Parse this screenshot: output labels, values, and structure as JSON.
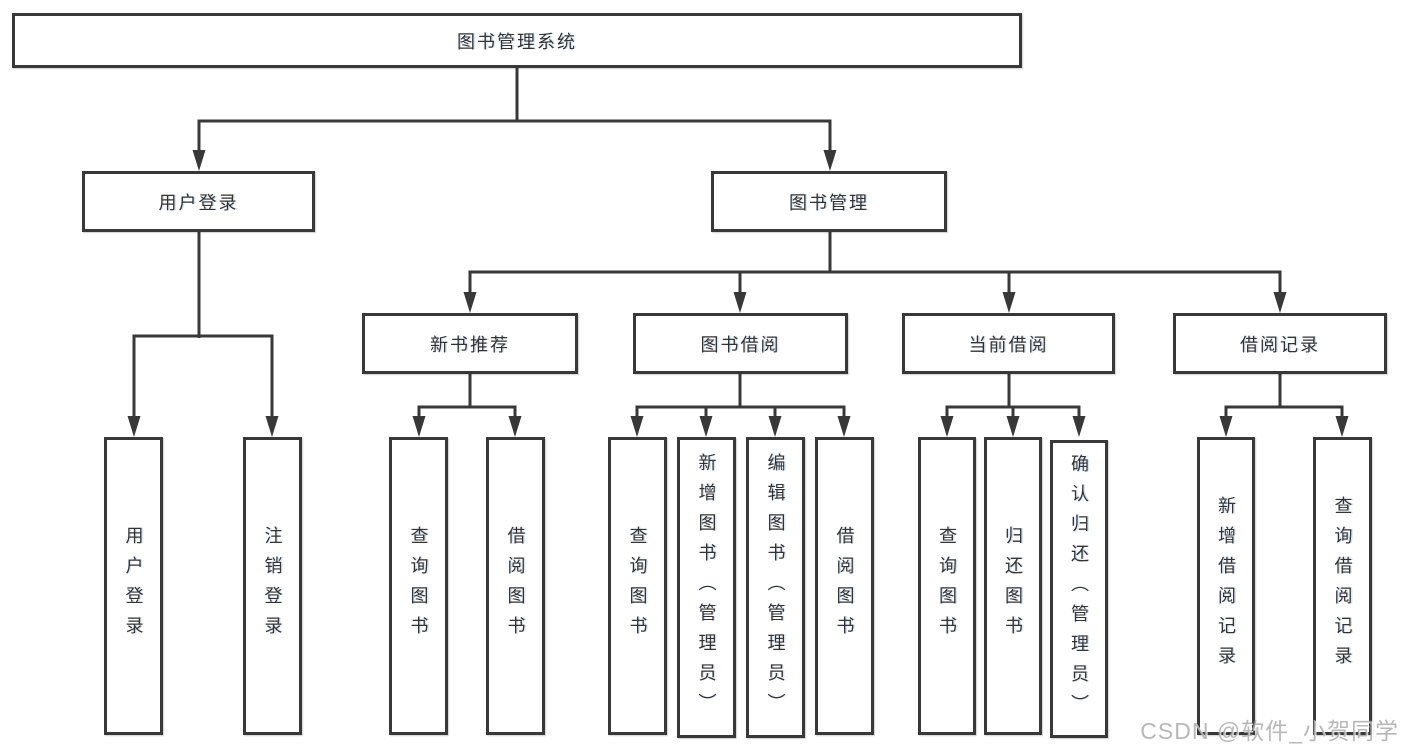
{
  "diagram": {
    "root": {
      "label": "图书管理系统"
    },
    "level2": [
      {
        "label": "用户登录",
        "children": [
          {
            "label": "用户登录"
          },
          {
            "label": "注销登录"
          }
        ]
      },
      {
        "label": "图书管理",
        "children": [
          {
            "label": "新书推荐",
            "children": [
              {
                "label": "查询图书"
              },
              {
                "label": "借阅图书"
              }
            ]
          },
          {
            "label": "图书借阅",
            "children": [
              {
                "label": "查询图书"
              },
              {
                "label": "新增图书（管理员）"
              },
              {
                "label": "编辑图书（管理员）"
              },
              {
                "label": "借阅图书"
              }
            ]
          },
          {
            "label": "当前借阅",
            "children": [
              {
                "label": "查询图书"
              },
              {
                "label": "归还图书"
              },
              {
                "label": "确认归还（管理员）"
              }
            ]
          },
          {
            "label": "借阅记录",
            "children": [
              {
                "label": "新增借阅记录"
              },
              {
                "label": "查询借阅记录"
              }
            ]
          }
        ]
      }
    ]
  },
  "watermark": {
    "text": "CSDN @软件_小贺同学"
  },
  "colors": {
    "line": "#383838",
    "box_border": "#383838",
    "text": "#333333",
    "background": "#ffffff",
    "watermark": "#a8a8a8"
  }
}
